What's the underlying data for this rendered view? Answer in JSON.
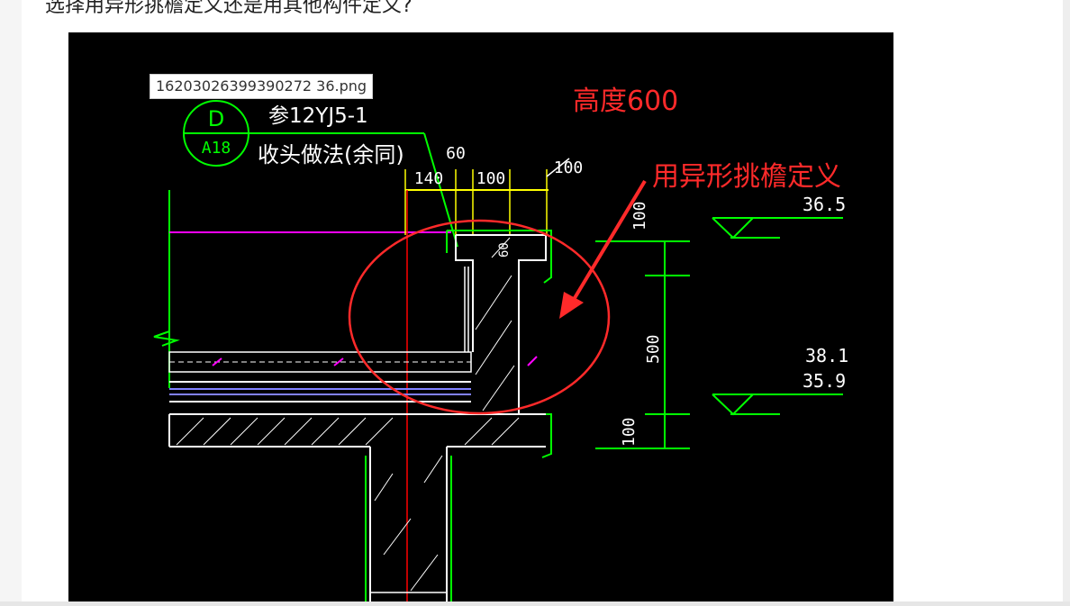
{
  "page": {
    "top_text": "选择用异形挑檐定义还是用其他构件定义?"
  },
  "image": {
    "file_label": "16203026399390272 36.png",
    "annotations": {
      "height_label": "高度600",
      "define_label": "用异形挑檐定义"
    },
    "cad": {
      "ref_text": "参12YJ5-1",
      "detail_text": "收头做法(余同)",
      "circle_top": "D",
      "circle_bottom": "A18",
      "dims_top": [
        "60",
        "140",
        "100",
        "100"
      ],
      "dims_side": [
        "100",
        "500",
        "100"
      ],
      "inner_dim": "60",
      "elevations": [
        "36.5",
        "38.1",
        "35.9"
      ]
    }
  },
  "colors": {
    "cad_bg": "#000000",
    "annotation_red": "#ff2a2a",
    "cad_green": "#00ff00",
    "cad_yellow": "#ffff00",
    "cad_magenta": "#ff00ff",
    "cad_white": "#ffffff"
  }
}
